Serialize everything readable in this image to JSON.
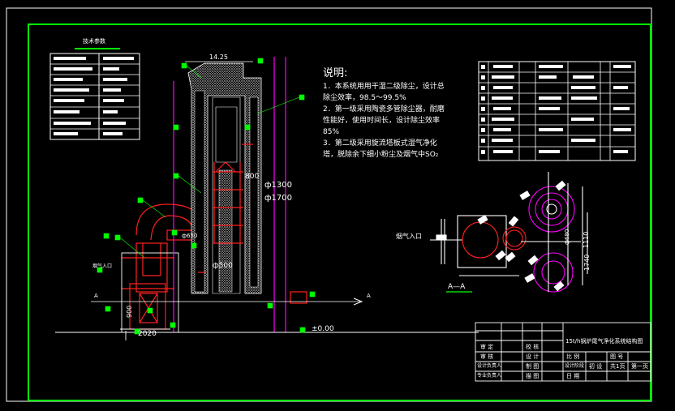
{
  "tech_params_title": "技术参数",
  "notes": {
    "title": "说明:",
    "lines": [
      "1．本系统用用干湿二级除尘，设计总",
      "除尘效率，98.5～99.5%",
      "2．第一级采用陶瓷多管除尘器，耐磨",
      "性能好，使用时间长，设计除尘效率",
      "85%",
      "3．第二级采用旋流塔板式湿气净化",
      "塔，脱除余下细小粉尘及烟气中SO₂"
    ]
  },
  "dimensions": {
    "top_width": "14.25",
    "d1300": "ф1300",
    "d1700": "ф1700",
    "v800": "800",
    "d500": "ф500",
    "d650": "ф650",
    "h900": "900",
    "w2020": "2020",
    "elev_zero": "±0.00",
    "h1110": "1110",
    "h1740": "1740",
    "d680": "ф680"
  },
  "labels": {
    "flue_inlet": "烟气入口",
    "flue_inlet_2": "烟气入口",
    "section_a": "A",
    "section_a2": "A",
    "section_view": "A—A"
  },
  "title_block": {
    "drawing_title": "15t/h锅炉尾气净化系统结构图",
    "row1": [
      "审  定",
      "",
      "校  核",
      ""
    ],
    "row2": [
      "审  核",
      "",
      "设  计",
      "",
      "比 例",
      "",
      "图 号",
      ""
    ],
    "row3": [
      "设计负责人",
      "",
      "制  图",
      "",
      "设计阶段",
      "初  设",
      "共1页",
      "第一页"
    ],
    "row4": [
      "专业负责人",
      "",
      "描  图",
      "",
      "日 期",
      ""
    ]
  },
  "colors": {
    "border": "#00ff00",
    "outline": "#ffffff",
    "accent_red": "#ff2020",
    "accent_magenta": "#ff00ff",
    "accent_green": "#00ff00"
  }
}
